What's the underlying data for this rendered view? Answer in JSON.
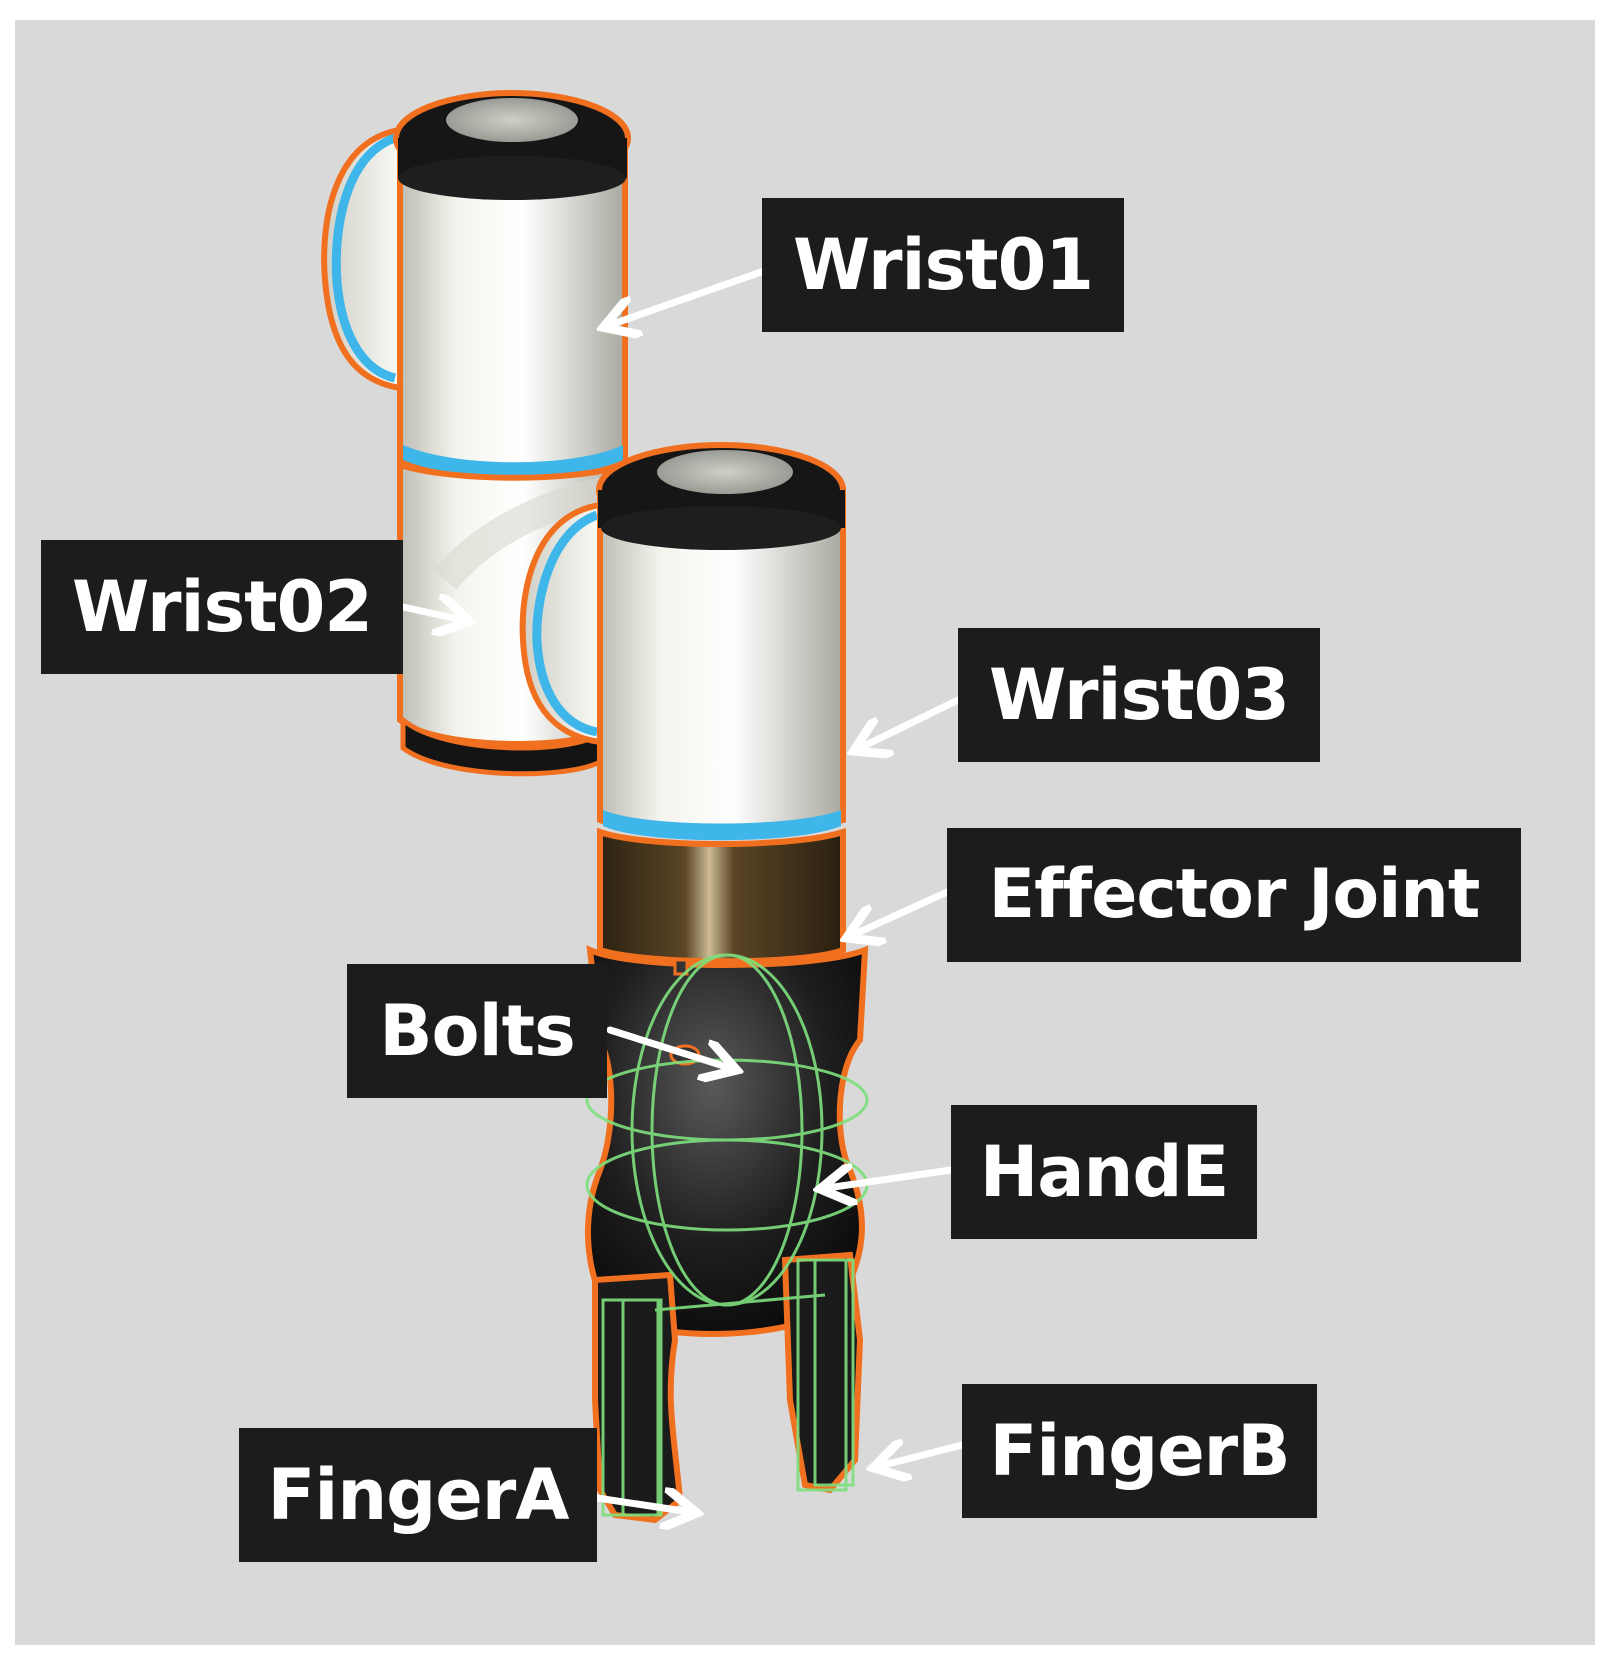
{
  "colors": {
    "background": "#d9d9d9",
    "label_background": "#1c1c1c",
    "label_text": "#ffffff",
    "selection_outline": "#f07020",
    "collider_wireframe": "#7ee07e",
    "accent_ring": "#3fb6ea"
  },
  "labels": {
    "wrist01": "Wrist01",
    "wrist02": "Wrist02",
    "wrist03": "Wrist03",
    "effector_joint": "Effector Joint",
    "bolts": "Bolts",
    "hande": "HandE",
    "finger_a": "FingerA",
    "finger_b": "FingerB"
  },
  "icons": {
    "arrows": "white-arrow-icon",
    "robot": "robot-wrist-gripper-render"
  }
}
